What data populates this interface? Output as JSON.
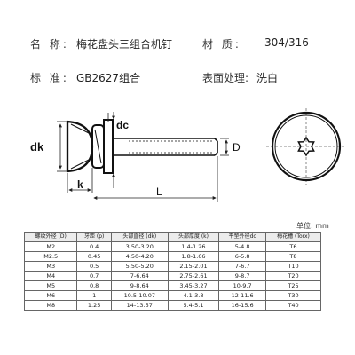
{
  "info": {
    "name_label": "名 称:",
    "name_value": "梅花盘头三组合机钉",
    "material_label": "材 质:",
    "material_value": "304/316",
    "standard_label": "标 准:",
    "standard_value": "GB2627组合",
    "surface_label": "表面处理:",
    "surface_value": "洗白"
  },
  "drawing": {
    "label_dk": "dk",
    "label_dc": "dc",
    "label_d": "D",
    "label_k": "k",
    "label_l": "L"
  },
  "unit_note": "单位: mm",
  "table": {
    "headers": [
      "螺纹外径 (D)",
      "牙距 (p)",
      "头部直径 (dk)",
      "头部厚度 (k)",
      "平垫外径dc",
      "梅花槽 (Torx)"
    ],
    "rows": [
      [
        "M2",
        "0.4",
        "3.50-3.20",
        "1.4-1.26",
        "5-4.8",
        "T6"
      ],
      [
        "M2.5",
        "0.45",
        "4.50-4.20",
        "1.8-1.66",
        "6-5.8",
        "T8"
      ],
      [
        "M3",
        "0.5",
        "5.50-5.20",
        "2.15-2.01",
        "7-6.7",
        "T10"
      ],
      [
        "M4",
        "0.7",
        "7-6.64",
        "2.75-2.61",
        "9-8.7",
        "T20"
      ],
      [
        "M5",
        "0.8",
        "9-8.64",
        "3.45-3.27",
        "10-9.7",
        "T25"
      ],
      [
        "M6",
        "1",
        "10.5-10.07",
        "4.1-3.8",
        "12-11.6",
        "T30"
      ],
      [
        "M8",
        "1.25",
        "14-13.57",
        "5.4-5.1",
        "16-15.6",
        "T40"
      ]
    ]
  }
}
